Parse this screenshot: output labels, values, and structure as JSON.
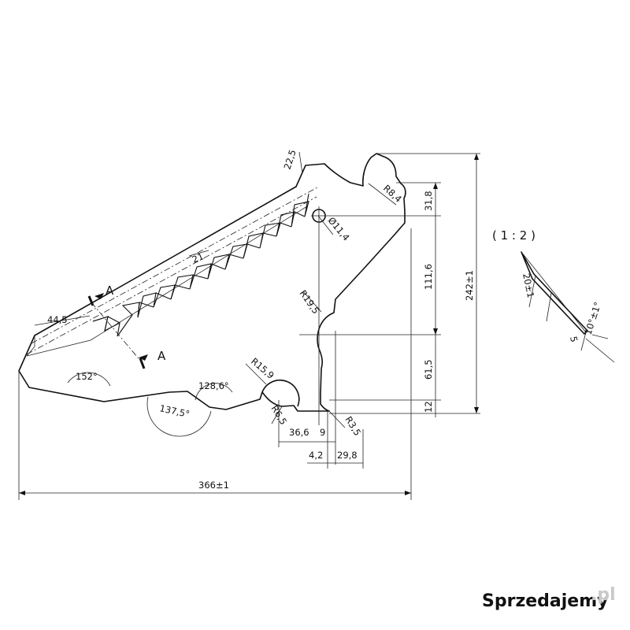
{
  "dimensions": {
    "overall_width": "366±1",
    "overall_height": "242±1",
    "d_31_8": "31,8",
    "d_111_6": "111,6",
    "d_61_5": "61,5",
    "d_12": "12",
    "d_36_6": "36,6",
    "d_9": "9",
    "d_4_2": "4,2",
    "d_29_8": "29,8",
    "d_44_5": "44,5",
    "d_22_5": "22,5",
    "d_21": "21",
    "diam_11_4": "Ø11,4",
    "r_8_4": "R8,4",
    "r_19_5": "R19,5",
    "r_15_9": "R15,9",
    "r_6_5": "R6,5",
    "r_3_5": "R3,5",
    "angle_152": "152°",
    "angle_128_6": "128,6°",
    "angle_137_5": "137,5°"
  },
  "section": {
    "label_top": "A",
    "label_bottom": "A"
  },
  "detail": {
    "scale": "( 1 : 2 )",
    "d_20": "20±1",
    "d_5": "5",
    "angle_10": "10°±1°"
  },
  "watermark": {
    "text": "Sprzedajemy",
    "suffix": ".pl"
  }
}
